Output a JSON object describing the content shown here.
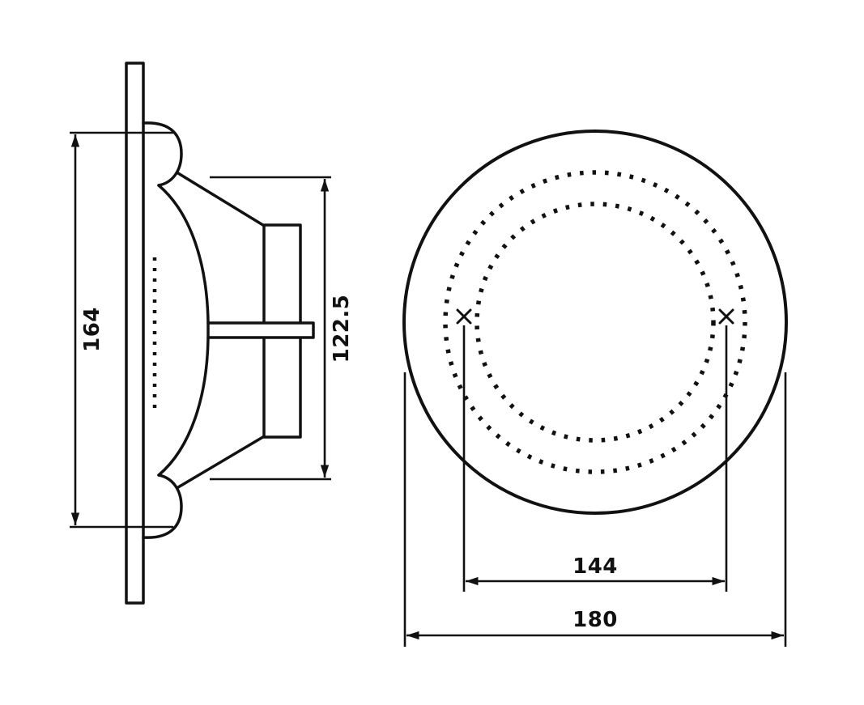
{
  "ink_color": "#111111",
  "side_view": {
    "overall_height_label": "164",
    "mounting_depth_label": "122.5"
  },
  "front_view": {
    "hole_spacing_label": "144",
    "outer_diameter_label": "180"
  }
}
